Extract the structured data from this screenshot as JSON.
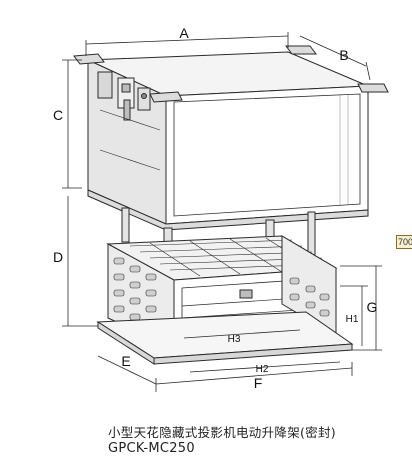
{
  "labels": {
    "A": "A",
    "B": "B",
    "C": "C",
    "D": "D",
    "E": "E",
    "F": "F",
    "G": "G",
    "H1": "H1",
    "H2": "H2",
    "H3": "H3"
  },
  "caption": {
    "line1": "小型天花隐藏式投影机电动升降架(密封)",
    "line2": "GPCK-MC250"
  },
  "side_tag": "700",
  "colors": {
    "line": "#2a2a2a",
    "box_face": "#ffffff",
    "box_shade": "#dcdcdc",
    "cage_shade": "#cfcfcf"
  }
}
